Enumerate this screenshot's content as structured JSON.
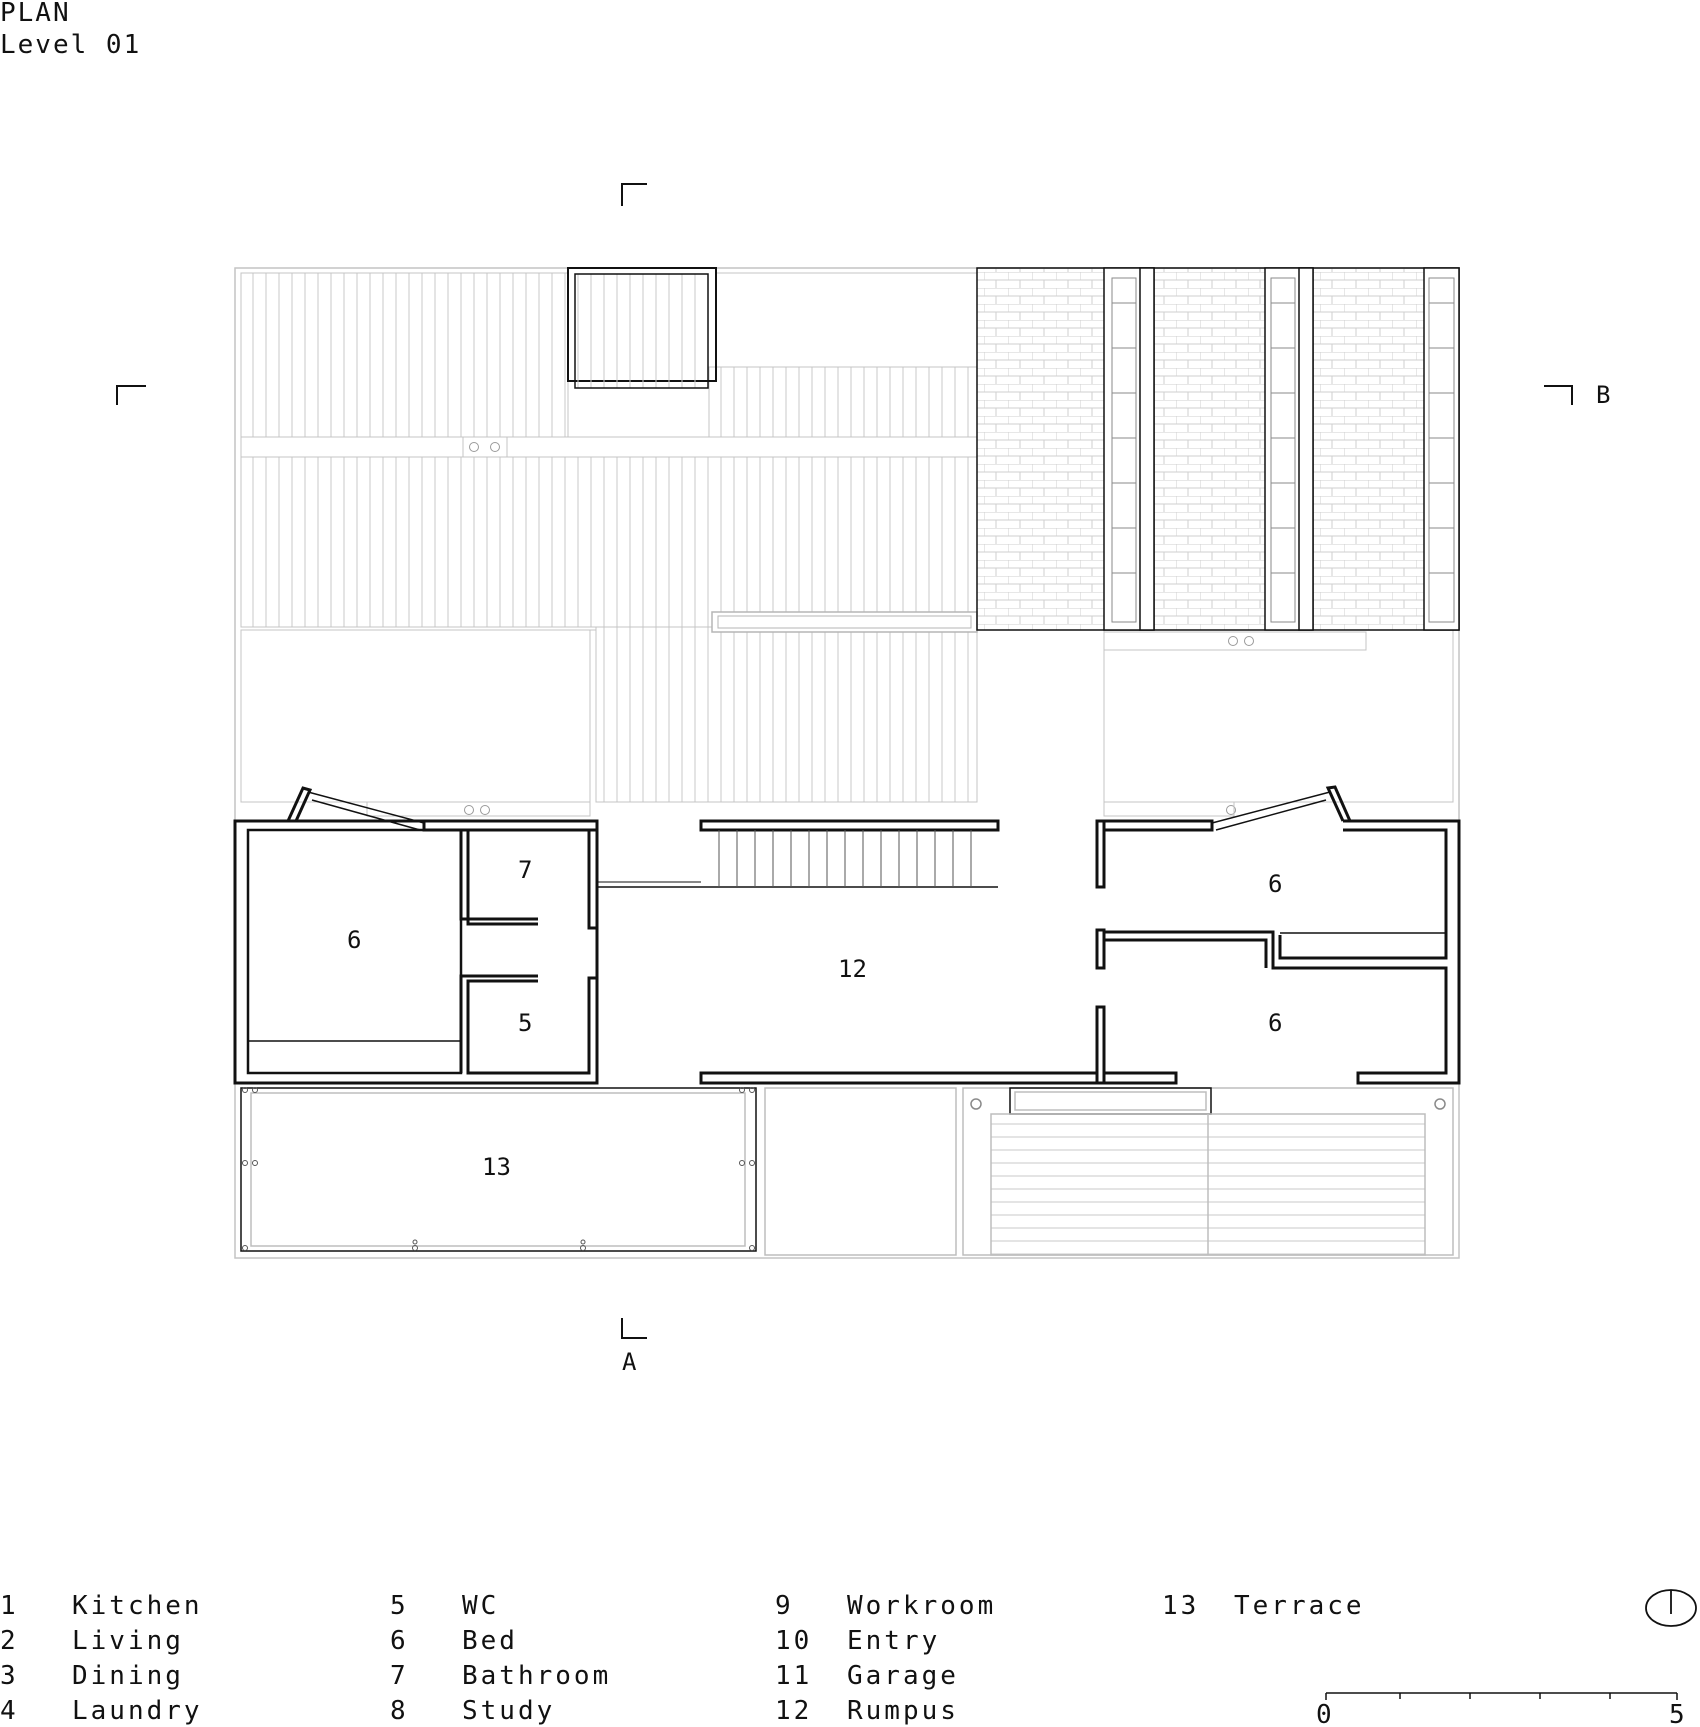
{
  "header": {
    "title": "PLAN",
    "subtitle": "Level 01"
  },
  "rooms": {
    "bed_left": "6",
    "bath_top": "7",
    "wc": "5",
    "rumpus": "12",
    "bed_right_top": "6",
    "bed_right_bottom": "6",
    "terrace": "13"
  },
  "sections": {
    "a": "A",
    "b": "B"
  },
  "legend": [
    {
      "num": "1",
      "name": "Kitchen"
    },
    {
      "num": "2",
      "name": "Living"
    },
    {
      "num": "3",
      "name": "Dining"
    },
    {
      "num": "4",
      "name": "Laundry"
    },
    {
      "num": "5",
      "name": "WC"
    },
    {
      "num": "6",
      "name": "Bed"
    },
    {
      "num": "7",
      "name": "Bathroom"
    },
    {
      "num": "8",
      "name": "Study"
    },
    {
      "num": "9",
      "name": "Workroom"
    },
    {
      "num": "10",
      "name": "Entry"
    },
    {
      "num": "11",
      "name": "Garage"
    },
    {
      "num": "12",
      "name": "Rumpus"
    },
    {
      "num": "13",
      "name": "Terrace"
    }
  ],
  "scale_bar": {
    "start": "0",
    "end": "5"
  },
  "north_arrow": "north-arrow-icon",
  "colors": {
    "wall": "#111111",
    "roof_line": "#bdbdbd"
  }
}
